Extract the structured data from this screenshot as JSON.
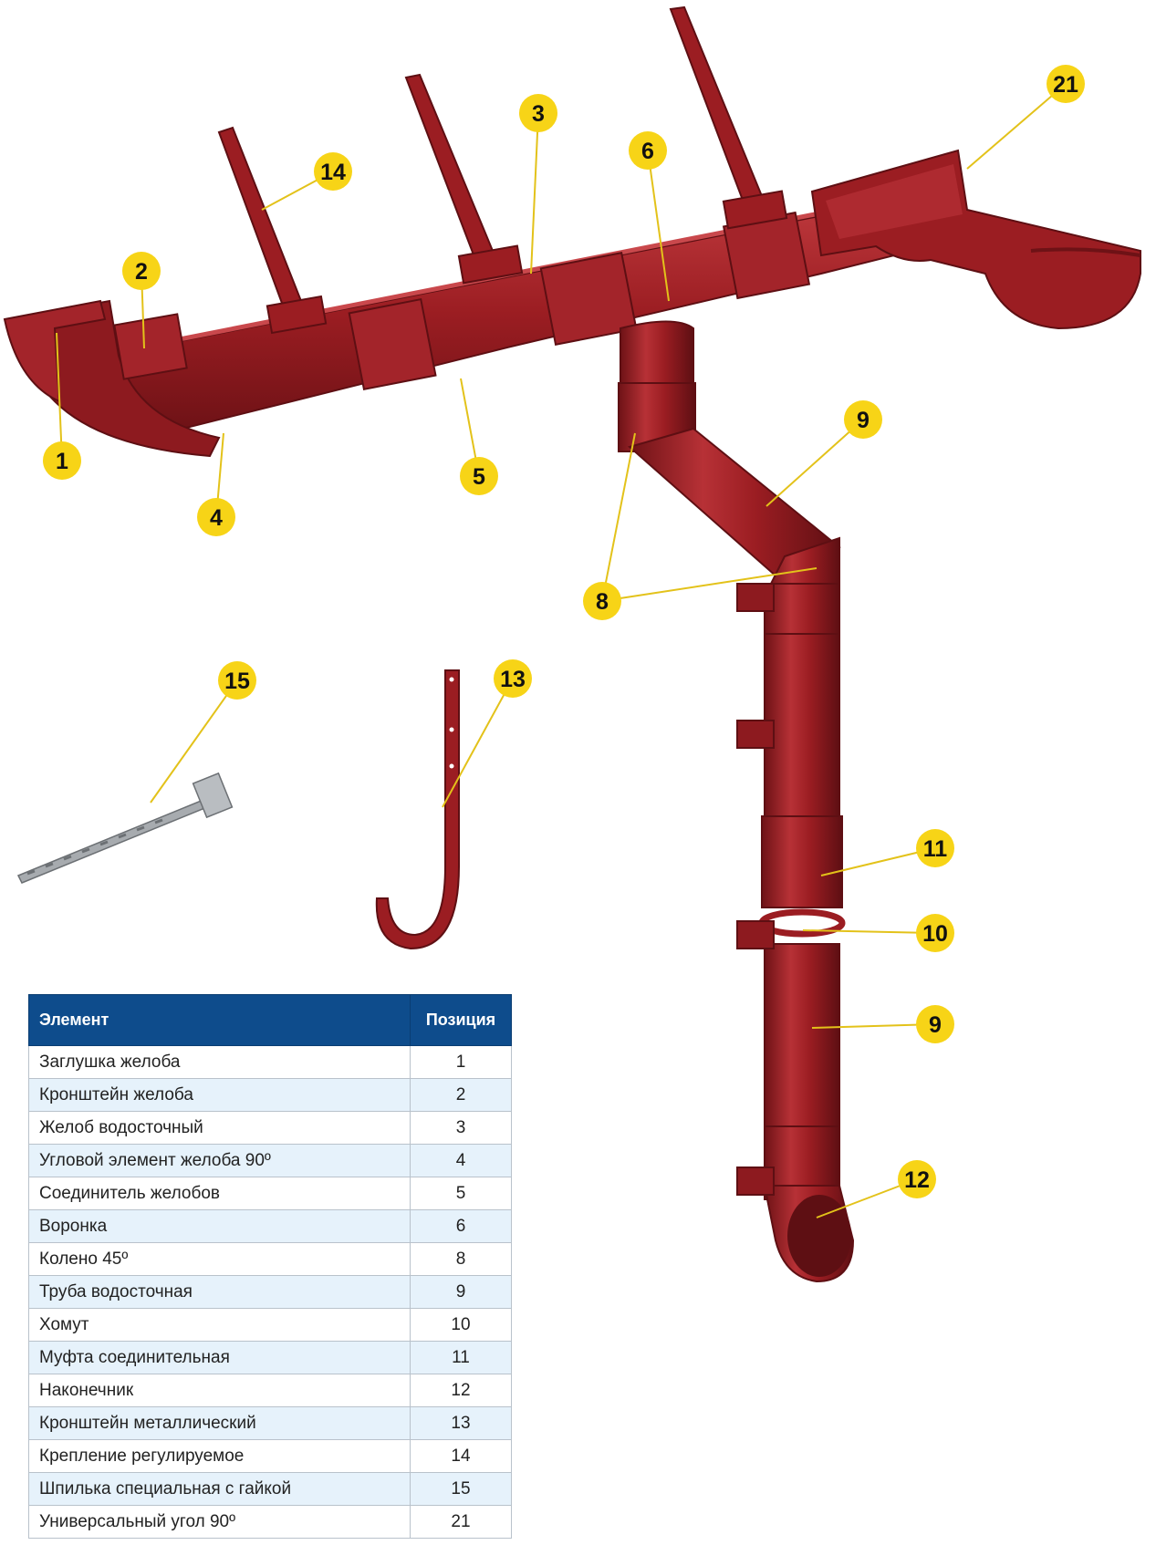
{
  "table": {
    "header_element": "Элемент",
    "header_position": "Позиция",
    "rows": [
      {
        "element": "Заглушка желоба",
        "position": "1"
      },
      {
        "element": "Кронштейн желоба",
        "position": "2"
      },
      {
        "element": "Желоб водосточный",
        "position": "3"
      },
      {
        "element": "Угловой элемент желоба 90º",
        "position": "4"
      },
      {
        "element": "Соединитель желобов",
        "position": "5"
      },
      {
        "element": "Воронка",
        "position": "6"
      },
      {
        "element": "Колено 45º",
        "position": "8"
      },
      {
        "element": "Труба водосточная",
        "position": "9"
      },
      {
        "element": "Хомут",
        "position": "10"
      },
      {
        "element": "Муфта соединительная",
        "position": "11"
      },
      {
        "element": "Наконечник",
        "position": "12"
      },
      {
        "element": "Кронштейн металлический",
        "position": "13"
      },
      {
        "element": "Крепление регулируемое",
        "position": "14"
      },
      {
        "element": "Шпилька специальная с гайкой",
        "position": "15"
      },
      {
        "element": "Универсальный угол 90º",
        "position": "21"
      }
    ]
  },
  "callouts": {
    "c1": "1",
    "c2": "2",
    "c3": "3",
    "c4": "4",
    "c5": "5",
    "c6": "6",
    "c8": "8",
    "c9a": "9",
    "c9b": "9",
    "c10": "10",
    "c11": "11",
    "c12": "12",
    "c13": "13",
    "c14": "14",
    "c15": "15",
    "c21": "21"
  },
  "colors": {
    "product": "#9b1d22",
    "product_dark": "#6e1216",
    "product_light": "#b73136",
    "callout_fill": "#f7d417",
    "leader_line": "#e3c21a",
    "table_header": "#0e4c8c",
    "table_alt_row": "#e6f2fb",
    "metal": "#a7abaf"
  }
}
